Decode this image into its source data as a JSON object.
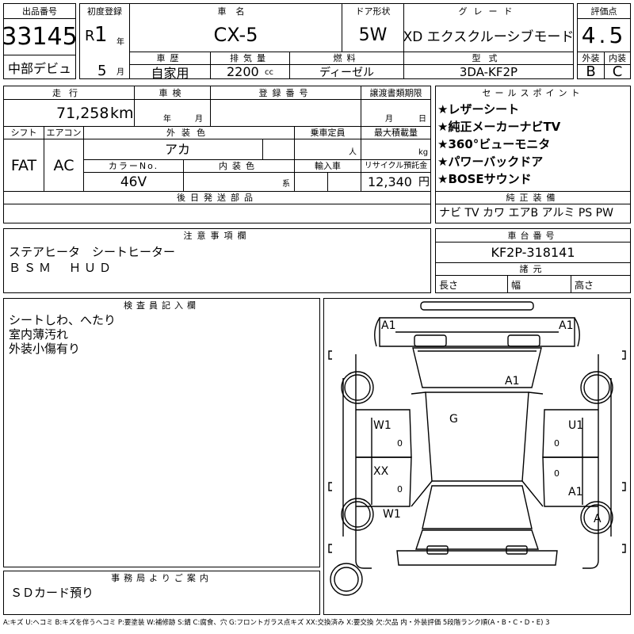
{
  "header": {
    "lot_label": "出品番号",
    "lot_number": "33145",
    "debut": "中部デビュ",
    "first_reg_label": "初度登録",
    "era": "R",
    "year": "1",
    "year_unit": "年",
    "month": "5",
    "month_unit": "月",
    "car_name_label": "車名",
    "car_name": "CX-5",
    "history_label": "車歴",
    "history": "自家用",
    "displacement_label": "排気量",
    "displacement": "2200",
    "displacement_unit": "cc",
    "door_label": "ドア形状",
    "door": "5W",
    "fuel_label": "燃料",
    "fuel": "ディーゼル",
    "grade_label": "グレード",
    "grade": "XD エクスクルーシブモード",
    "model_label": "型式",
    "model": "3DA-KF2P",
    "score_label": "評価点",
    "score": "4.5",
    "ext_label": "外装",
    "ext": "B",
    "int_label": "内装",
    "int": "C"
  },
  "details": {
    "mileage_label": "走行",
    "mileage": "71,258",
    "mileage_unit": "km",
    "inspection_label": "車検",
    "insp_year_unit": "年",
    "insp_month_unit": "月",
    "reg_no_label": "登録番号",
    "transfer_label": "譲渡書類期限",
    "transfer_month_unit": "月",
    "transfer_day_unit": "日",
    "shift_label": "シフト",
    "shift": "FAT",
    "ac_label": "エアコン",
    "ac": "AC",
    "ext_color_label": "外装色",
    "ext_color": "アカ",
    "capacity_label": "乗車定員",
    "capacity_unit": "人",
    "max_load_label": "最大積載量",
    "max_load_unit": "kg",
    "color_no_label": "カラーNo.",
    "color_no": "46V",
    "int_color_label": "内装色",
    "int_color_unit": "系",
    "import_label": "輸入車",
    "recycle_label": "リサイクル預託金",
    "recycle": "12,340",
    "recycle_unit": "円",
    "later_parts_label": "後日発送部品"
  },
  "sales_points": {
    "label": "セールスポイント",
    "items": [
      "★レザーシート",
      "★純正メーカーナビTV",
      "★360°ビューモニタ",
      "★パワーバックドア",
      "★BOSEサウンド"
    ]
  },
  "factory_equipment": {
    "label": "純正装備",
    "value": "ナビ TV カワ エアB アルミ PS PW"
  },
  "notes": {
    "label": "注意事項欄",
    "lines": [
      "ステアヒータ　シートヒーター",
      "ＢＳＭ　ＨＵＤ"
    ]
  },
  "chassis": {
    "label": "車台番号",
    "value": "KF2P-318141",
    "dims_label": "諸元",
    "length_label": "長さ",
    "width_label": "幅",
    "height_label": "高さ"
  },
  "inspector": {
    "label": "検査員記入欄",
    "lines": [
      "シートしわ、へたり",
      "室内薄汚れ",
      "外装小傷有り"
    ]
  },
  "office": {
    "label": "事務局よりご案内",
    "value": "ＳＤカード預り"
  },
  "diagram": {
    "marks": {
      "front_left": "A1",
      "front_right": "A1",
      "roof": "A1",
      "glass": "G",
      "left_front_door": "W1",
      "right_front_door": "U1",
      "left_rear_door": "XX",
      "right_rear_door": "A1",
      "left_rear": "W1",
      "rear_wheel": "A",
      "zero": "0"
    }
  },
  "legend": "A:キズ U:ヘコミ B:キズを伴うヘコミ P:要塗装 W:補修跡 S:錆 C:腐食、穴 G:フロントガラス点キズ XX:交換済み X:要交換 欠:欠品 内・外装評価 5段階ランク順(A・B・C・D・E) 3"
}
